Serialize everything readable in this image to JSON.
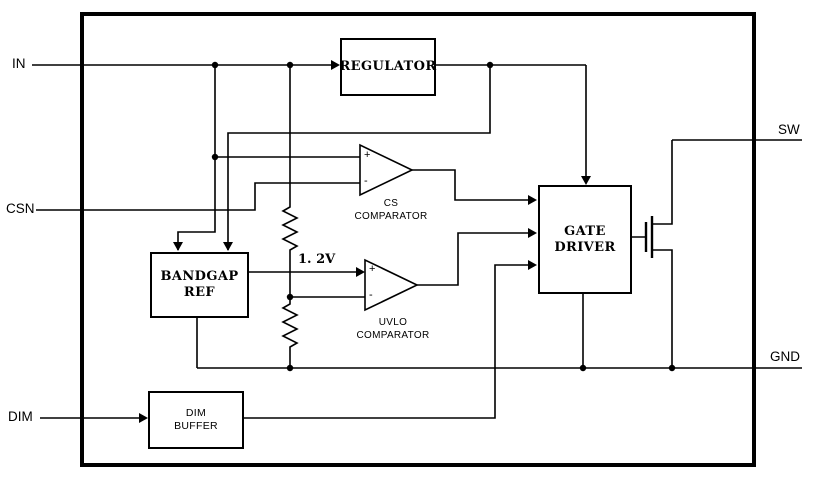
{
  "pins": {
    "in": "IN",
    "csn": "CSN",
    "dim": "DIM",
    "sw": "SW",
    "gnd": "GND"
  },
  "blocks": {
    "regulator": "REGULATOR",
    "bandgap": {
      "line1": "BANDGAP",
      "line2": "REF"
    },
    "gate_driver": {
      "line1": "GATE",
      "line2": "DRIVER"
    },
    "dim_buffer": {
      "line1": "DIM",
      "line2": "BUFFER"
    },
    "cs_comparator": {
      "line1": "CS",
      "line2": "COMPARATOR"
    },
    "uvlo_comparator": {
      "line1": "UVLO",
      "line2": "COMPARATOR"
    }
  },
  "annotations": {
    "vref": "1. 2V",
    "cs_plus": "+",
    "cs_minus": "-",
    "uvlo_plus": "+",
    "uvlo_minus": "-"
  },
  "colors": {
    "line": "#000000",
    "background": "#ffffff"
  }
}
